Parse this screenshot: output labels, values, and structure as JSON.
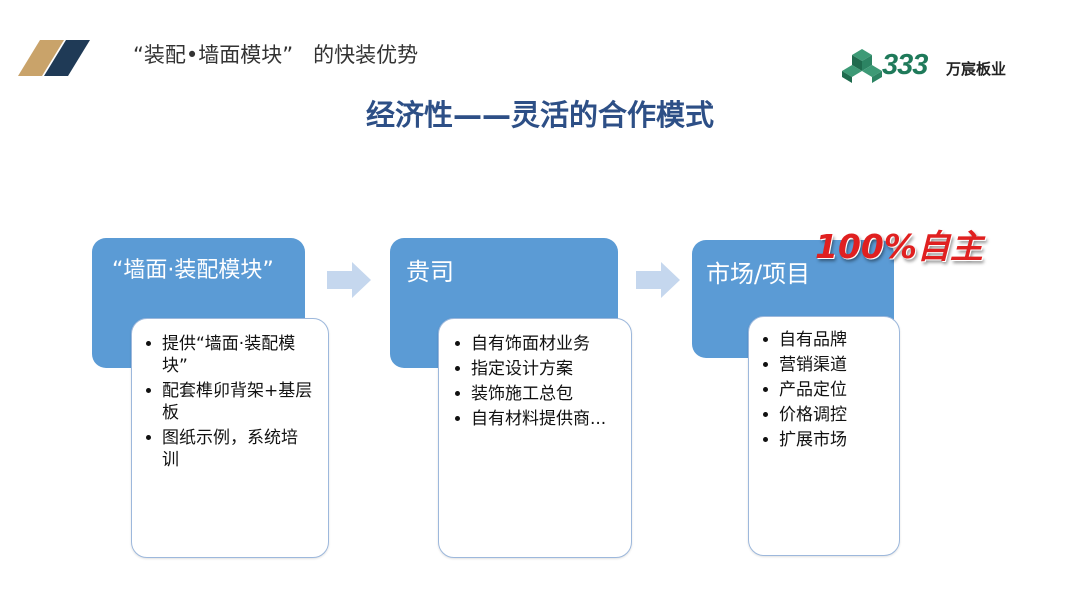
{
  "header": {
    "title": "“装配•墙面模块”   的快装优势",
    "brand_number": "333",
    "brand_name": "万宸板业"
  },
  "slide": {
    "title": "经济性——灵活的合作模式",
    "highlight": "100%自主"
  },
  "colors": {
    "title_blue": "#2d4f86",
    "stage_blue": "#5b9bd5",
    "arrow_blue": "#c5d7ee",
    "highlight_red": "#e02020",
    "brand_green": "#1f7a5a",
    "deco_gold": "#c9a36a",
    "deco_navy": "#1f3a56"
  },
  "stages": [
    {
      "label": "“墙面·装配模块”",
      "items": [
        "提供“墙面·装配模块”",
        "配套榫卯背架+基层板",
        "图纸示例，系统培训"
      ]
    },
    {
      "label": "贵司",
      "items": [
        "自有饰面材业务",
        "指定设计方案",
        "装饰施工总包",
        "自有材料提供商..."
      ]
    },
    {
      "label": "市场/项目",
      "items": [
        "自有品牌",
        "营销渠道",
        "产品定位",
        "价格调控",
        "扩展市场"
      ]
    }
  ]
}
